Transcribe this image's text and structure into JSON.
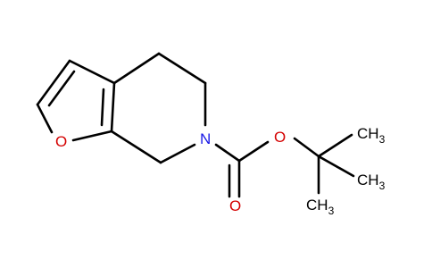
{
  "molecule": {
    "atoms": {
      "o_furan": "O",
      "n_ring": "N",
      "o_ester": "O",
      "o_carbonyl": "O",
      "ch3_top": "CH",
      "ch3_top_sub": "3",
      "ch3_right": "CH",
      "ch3_right_sub": "3",
      "ch3_bottom": "CH",
      "ch3_bottom_sub": "3"
    },
    "colors": {
      "bond": "#000000",
      "oxygen": "#d40000",
      "nitrogen": "#1a1ae6",
      "carbon_label": "#000000"
    }
  }
}
